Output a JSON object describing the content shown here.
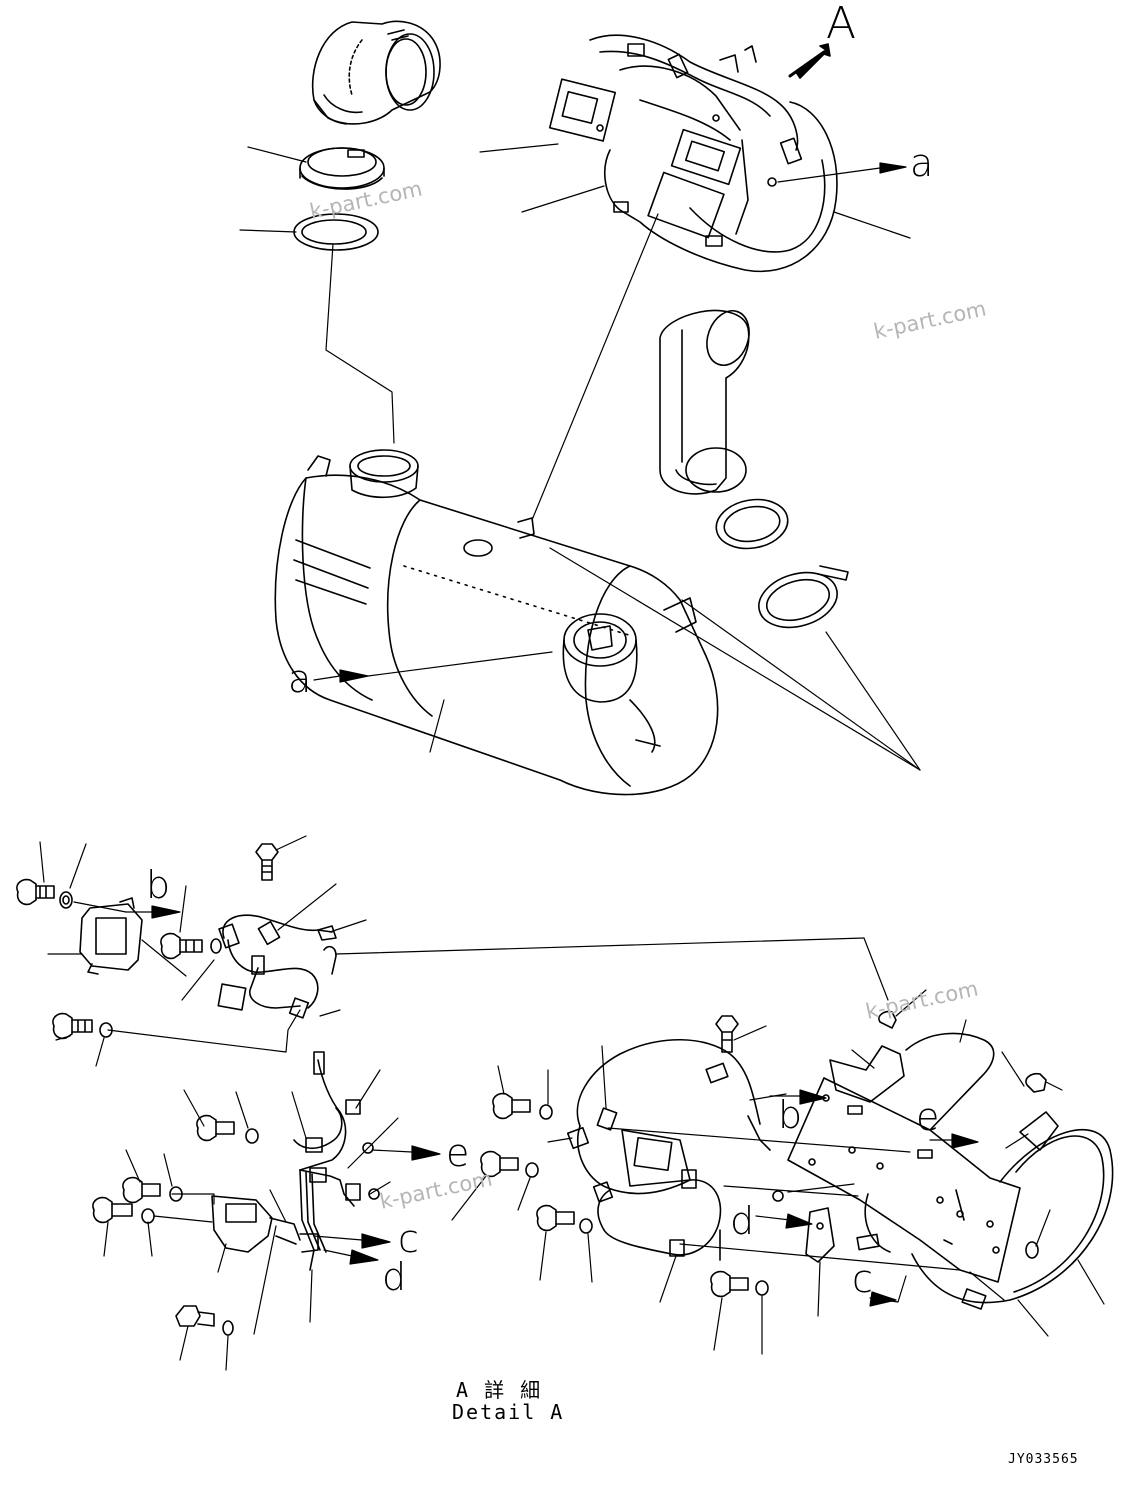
{
  "view_letter": "A",
  "callouts": {
    "a_top": "a",
    "a_left": "a",
    "b": "b",
    "c_left": "c",
    "c_right": "c",
    "d_left": "d",
    "d_right": "d",
    "e_left": "e",
    "e_right": "e"
  },
  "watermark": "k-part.com",
  "detail_title_jp": "A 詳 細",
  "detail_title_en": "Detail A",
  "drawing_code": "JY033565"
}
